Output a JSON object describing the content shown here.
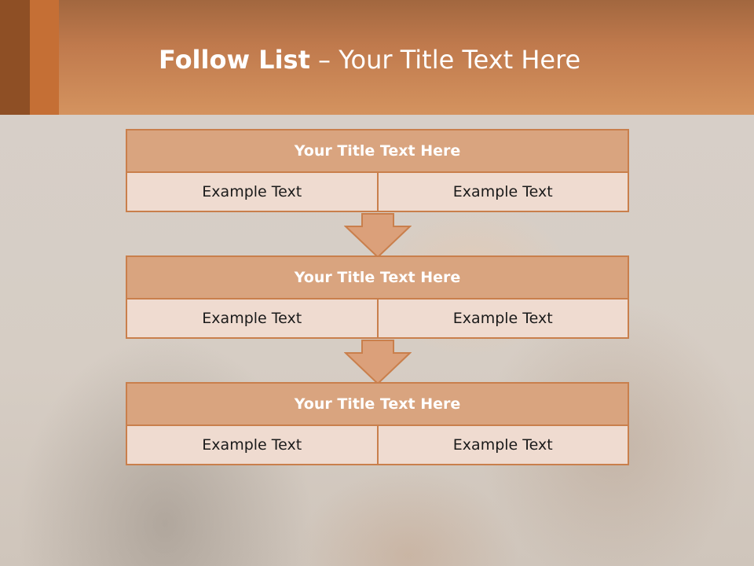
{
  "slide": {
    "title_bold": "Follow List",
    "title_rest": " – Your Title Text Here"
  },
  "blocks": [
    {
      "title": "Your Title Text Here",
      "left": "Example Text",
      "right": "Example Text"
    },
    {
      "title": "Your Title Text Here",
      "left": "Example Text",
      "right": "Example Text"
    },
    {
      "title": "Your Title Text Here",
      "left": "Example Text",
      "right": "Example Text"
    }
  ],
  "colors": {
    "header": "#c07a4d",
    "block_border": "#c97f4c",
    "block_head": "#d9a47f",
    "block_body": "#efdbd0",
    "arrow": "#dba07a"
  }
}
